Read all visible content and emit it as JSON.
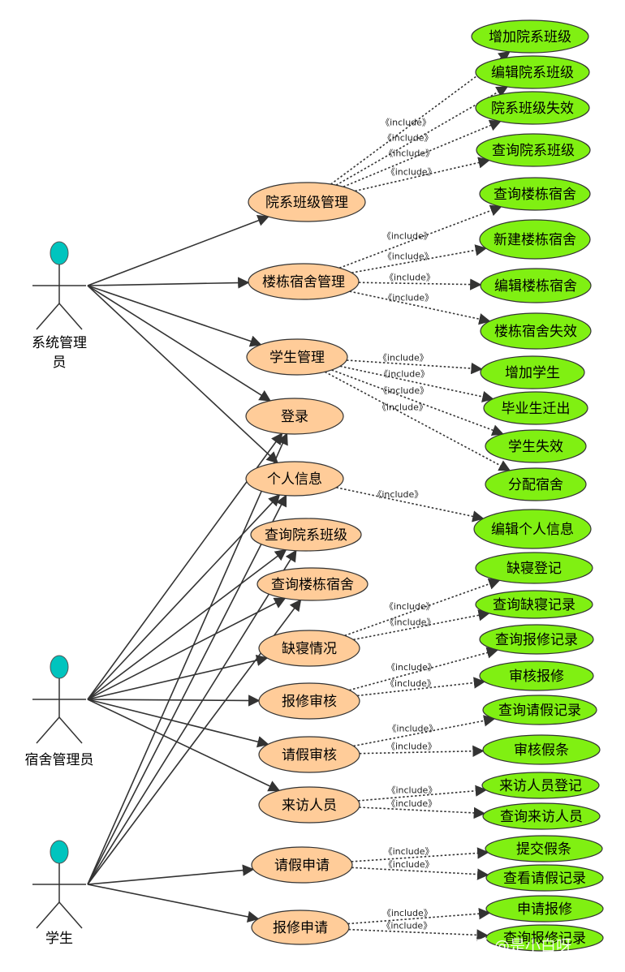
{
  "colors": {
    "actor_head": "#00C4BE",
    "primary_usecase_fill": "#FFCC99",
    "included_usecase_fill": "#80F012",
    "line": "#333333"
  },
  "actors": [
    {
      "id": "sysadmin",
      "label_lines": [
        "系统管理",
        "员"
      ]
    },
    {
      "id": "dormadmin",
      "label_lines": [
        "宿舍管理员"
      ]
    },
    {
      "id": "student",
      "label_lines": [
        "学生"
      ]
    }
  ],
  "include_label": "《include》",
  "primary_usecases": [
    {
      "id": "dept",
      "label": "院系班级管理"
    },
    {
      "id": "bld",
      "label": "楼栋宿舍管理"
    },
    {
      "id": "stu",
      "label": "学生管理"
    },
    {
      "id": "login",
      "label": "登录"
    },
    {
      "id": "info",
      "label": "个人信息"
    },
    {
      "id": "qdept",
      "label": "查询院系班级"
    },
    {
      "id": "qbld",
      "label": "查询楼栋宿舍"
    },
    {
      "id": "absent",
      "label": "缺寝情况"
    },
    {
      "id": "repair",
      "label": "报修审核"
    },
    {
      "id": "leave",
      "label": "请假审核"
    },
    {
      "id": "visitor",
      "label": "来访人员"
    },
    {
      "id": "leaveapp",
      "label": "请假申请"
    },
    {
      "id": "repairapp",
      "label": "报修申请"
    }
  ],
  "included_usecases": [
    {
      "id": "d1",
      "label": "增加院系班级",
      "from": "dept"
    },
    {
      "id": "d2",
      "label": "编辑院系班级",
      "from": "dept"
    },
    {
      "id": "d3",
      "label": "院系班级失效",
      "from": "dept"
    },
    {
      "id": "d4",
      "label": "查询院系班级",
      "from": "dept"
    },
    {
      "id": "b1",
      "label": "查询楼栋宿舍",
      "from": "bld"
    },
    {
      "id": "b2",
      "label": "新建楼栋宿舍",
      "from": "bld"
    },
    {
      "id": "b3",
      "label": "编辑楼栋宿舍",
      "from": "bld"
    },
    {
      "id": "b4",
      "label": "楼栋宿舍失效",
      "from": "bld"
    },
    {
      "id": "s1",
      "label": "增加学生",
      "from": "stu"
    },
    {
      "id": "s2",
      "label": "毕业生迁出",
      "from": "stu"
    },
    {
      "id": "s3",
      "label": "学生失效",
      "from": "stu"
    },
    {
      "id": "s4",
      "label": "分配宿舍",
      "from": "stu"
    },
    {
      "id": "i1",
      "label": "编辑个人信息",
      "from": "info"
    },
    {
      "id": "a1",
      "label": "缺寝登记",
      "from": "absent"
    },
    {
      "id": "a2",
      "label": "查询缺寝记录",
      "from": "absent"
    },
    {
      "id": "r1",
      "label": "查询报修记录",
      "from": "repair"
    },
    {
      "id": "r2",
      "label": "审核报修",
      "from": "repair"
    },
    {
      "id": "l1",
      "label": "查询请假记录",
      "from": "leave"
    },
    {
      "id": "l2",
      "label": "审核假条",
      "from": "leave"
    },
    {
      "id": "v1",
      "label": "来访人员登记",
      "from": "visitor"
    },
    {
      "id": "v2",
      "label": "查询来访人员",
      "from": "visitor"
    },
    {
      "id": "la1",
      "label": "提交假条",
      "from": "leaveapp"
    },
    {
      "id": "la2",
      "label": "查看请假记录",
      "from": "leaveapp"
    },
    {
      "id": "ra1",
      "label": "申请报修",
      "from": "repairapp"
    },
    {
      "id": "ra2",
      "label": "查询报修记录",
      "from": "repairapp"
    }
  ],
  "associations": [
    {
      "actor": "sysadmin",
      "usecase": "dept"
    },
    {
      "actor": "sysadmin",
      "usecase": "bld"
    },
    {
      "actor": "sysadmin",
      "usecase": "stu"
    },
    {
      "actor": "sysadmin",
      "usecase": "login"
    },
    {
      "actor": "sysadmin",
      "usecase": "info"
    },
    {
      "actor": "dormadmin",
      "usecase": "login"
    },
    {
      "actor": "dormadmin",
      "usecase": "info"
    },
    {
      "actor": "dormadmin",
      "usecase": "qdept"
    },
    {
      "actor": "dormadmin",
      "usecase": "qbld"
    },
    {
      "actor": "dormadmin",
      "usecase": "absent"
    },
    {
      "actor": "dormadmin",
      "usecase": "repair"
    },
    {
      "actor": "dormadmin",
      "usecase": "leave"
    },
    {
      "actor": "dormadmin",
      "usecase": "visitor"
    },
    {
      "actor": "student",
      "usecase": "login"
    },
    {
      "actor": "student",
      "usecase": "info"
    },
    {
      "actor": "student",
      "usecase": "qdept"
    },
    {
      "actor": "student",
      "usecase": "qbld"
    },
    {
      "actor": "student",
      "usecase": "leaveapp"
    },
    {
      "actor": "student",
      "usecase": "repairapp"
    }
  ],
  "watermark": "知乎 @是小白呀"
}
